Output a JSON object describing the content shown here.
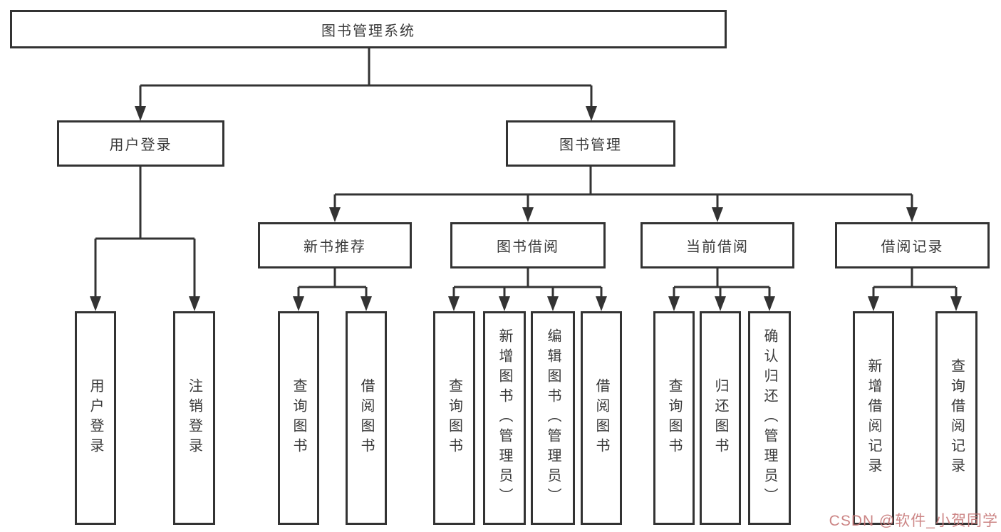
{
  "watermark": "CSDN @软件_小贺同学",
  "colors": {
    "line": "#333333",
    "text": "#3a3a3a",
    "box_background": "#ffffff",
    "watermark": "#c77878"
  },
  "tree": {
    "label": "图书管理系统",
    "children": [
      {
        "label": "用户登录",
        "children": [
          {
            "label": "用户登录"
          },
          {
            "label": "注销登录"
          }
        ]
      },
      {
        "label": "图书管理",
        "children": [
          {
            "label": "新书推荐",
            "children": [
              {
                "label": "查询图书"
              },
              {
                "label": "借阅图书"
              }
            ]
          },
          {
            "label": "图书借阅",
            "children": [
              {
                "label": "查询图书"
              },
              {
                "label": "新增图书（管理员）"
              },
              {
                "label": "编辑图书（管理员）"
              },
              {
                "label": "借阅图书"
              }
            ]
          },
          {
            "label": "当前借阅",
            "children": [
              {
                "label": "查询图书"
              },
              {
                "label": "归还图书"
              },
              {
                "label": "确认归还（管理员）"
              }
            ]
          },
          {
            "label": "借阅记录",
            "children": [
              {
                "label": "新增借阅记录"
              },
              {
                "label": "查询借阅记录"
              }
            ]
          }
        ]
      }
    ]
  }
}
